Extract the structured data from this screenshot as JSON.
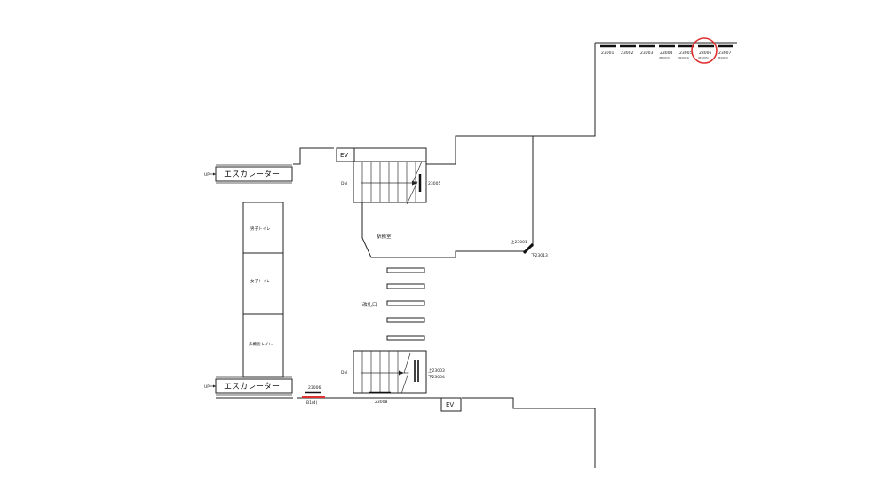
{
  "labels": {
    "escalator_top": "エスカレーター",
    "escalator_bottom": "エスカレーター",
    "up_top": "UP",
    "up_bottom": "UP",
    "ev_top": "EV",
    "ev_bottom": "EV",
    "dn_top": "DN",
    "dn_bottom": "DN",
    "stairs_top_code": "23005",
    "station_office": "駅務室",
    "ticket_gate": "改札口",
    "toilet_men": "男子トイレ",
    "toilet_women": "女子トイレ",
    "toilet_multi": "多機能トイレ",
    "gate_side_up": "上23001",
    "gate_side_down": "下23013",
    "stairs_bottom_up": "上23003",
    "stairs_bottom_down": "下23004",
    "bottom_marker_code": "23006",
    "bottom_marker_sub": "B1(4)",
    "bottom_stair_code": "23008"
  },
  "platform_codes": [
    {
      "code": "23001",
      "sub": ""
    },
    {
      "code": "23002",
      "sub": ""
    },
    {
      "code": "23003",
      "sub": ""
    },
    {
      "code": "23004",
      "sub": "(B2003)"
    },
    {
      "code": "23005",
      "sub": "(B2004)"
    },
    {
      "code": "23006",
      "sub": "(B2005)"
    },
    {
      "code": "23007",
      "sub": "(B2063)"
    }
  ],
  "colors": {
    "highlight_circle": "#e03030",
    "highlight_marker": "#e03030",
    "walls": "#222222"
  }
}
